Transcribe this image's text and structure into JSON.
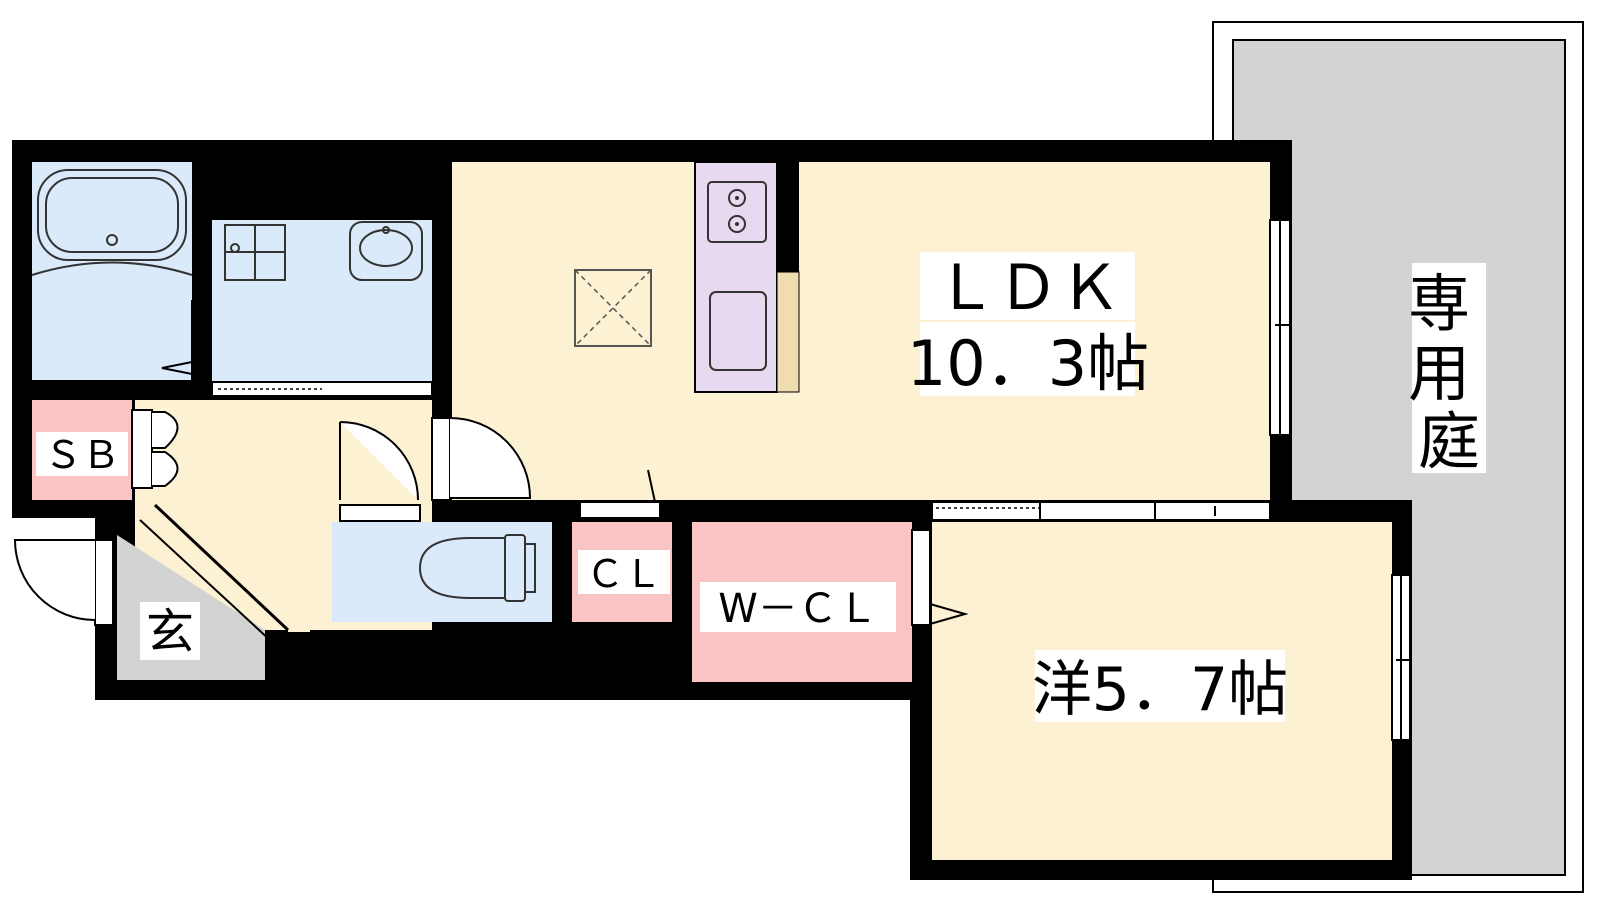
{
  "rooms": {
    "ldk": {
      "label": "ＬＤＫ",
      "size": "10．3帖"
    },
    "western": {
      "label": "洋5．7帖"
    },
    "garden": {
      "label": "専用庭"
    },
    "sb": {
      "label": "ＳＢ"
    },
    "cl": {
      "label": "ＣＬ"
    },
    "wcl": {
      "label": "W－ＣＬ"
    },
    "entrance": {
      "label": "玄"
    }
  },
  "colors": {
    "living": "#fdf1d3",
    "wet": "#dbeafa",
    "storage": "#fbc4c4",
    "kitchen": "#e6d9f0",
    "garden": "#d3d3d3",
    "entrance": "#d3d3d3",
    "wall": "#000000"
  }
}
